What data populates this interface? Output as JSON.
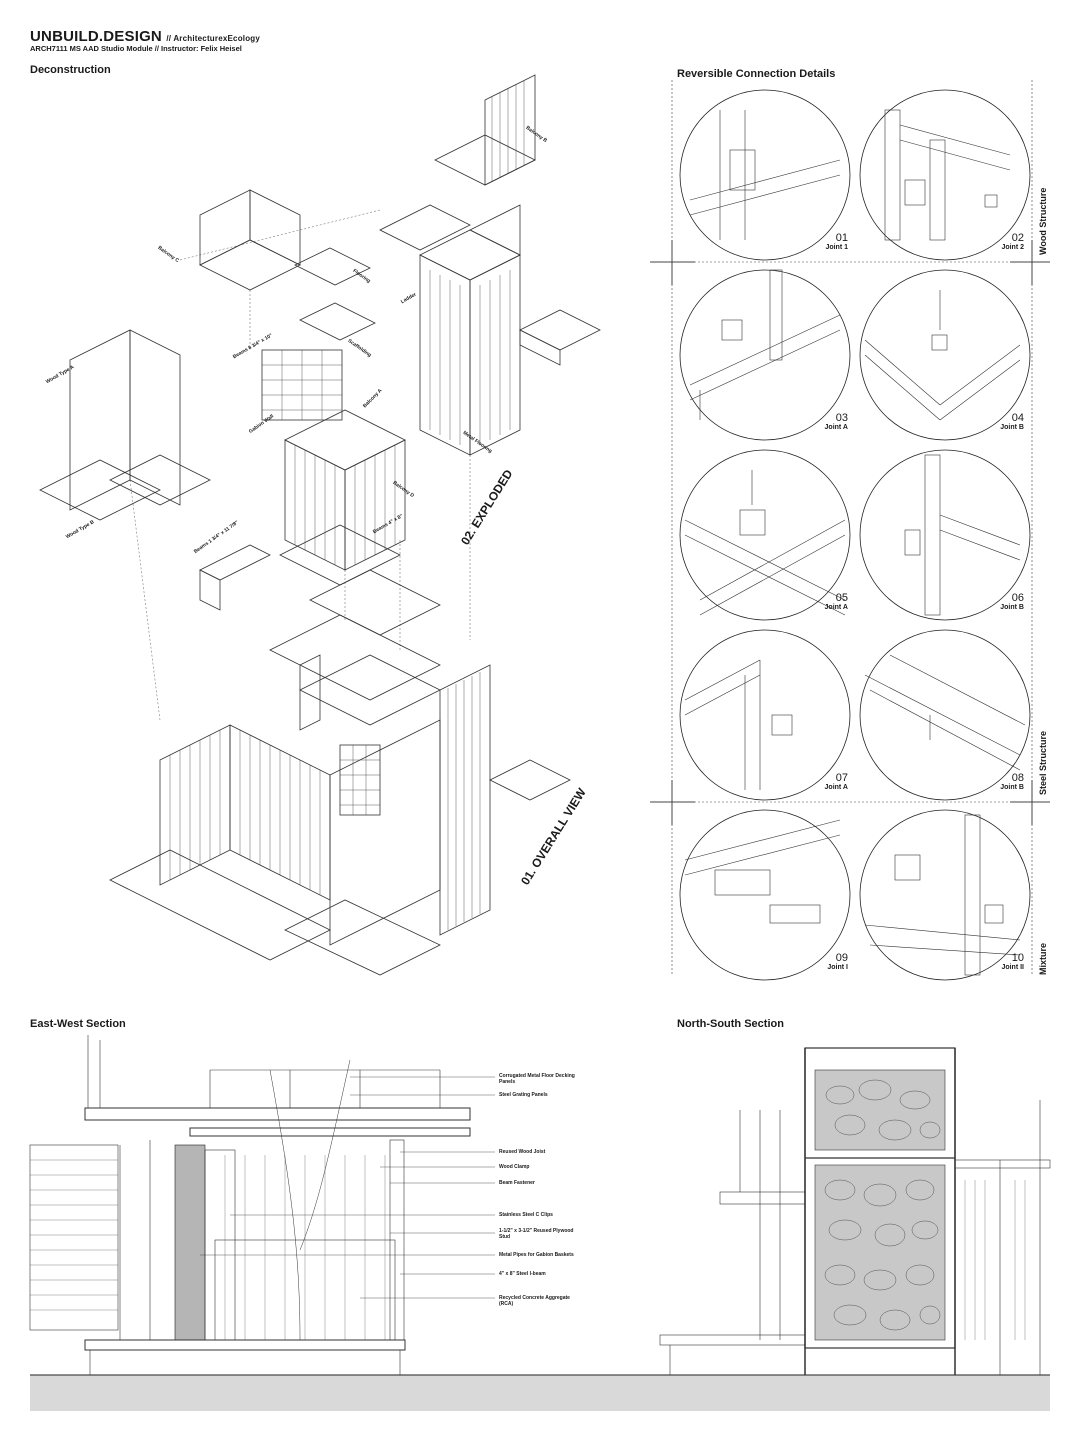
{
  "header": {
    "brand": "UNBUILD.DESIGN",
    "brand_suffix": "// ArchitecturexEcology",
    "subtitle": "ARCH7111 MS AAD Studio Module // Instructor: Felix Heisel"
  },
  "sections": {
    "deconstruction": "Deconstruction",
    "reversible": "Reversible Connection Details",
    "east_west": "East-West Section",
    "north_south": "North-South Section"
  },
  "views": {
    "exploded": "02. EXPLODED",
    "overall": "01. OVERALL VIEW"
  },
  "exploded_labels": [
    "Balcony C",
    "Flooring",
    "Balcony B",
    "Ladder",
    "Wood Type A",
    "Beams 8 3/4\" x 10\"",
    "Gabion Wall",
    "Balcony A",
    "Wood Type B",
    "Balcony D",
    "Beams 1 3/4\" x 11 7/8\"",
    "Metal Flooring",
    "Beams 4\" x 8\"",
    "Scaffolding"
  ],
  "categories": {
    "wood": "Wood Structure",
    "steel": "Steel Structure",
    "mixture": "Mixture"
  },
  "joints": [
    {
      "num": "01",
      "name": "Joint 1"
    },
    {
      "num": "02",
      "name": "Joint 2"
    },
    {
      "num": "03",
      "name": "Joint A"
    },
    {
      "num": "04",
      "name": "Joint B"
    },
    {
      "num": "05",
      "name": "Joint A"
    },
    {
      "num": "06",
      "name": "Joint B"
    },
    {
      "num": "07",
      "name": "Joint A"
    },
    {
      "num": "08",
      "name": "Joint B"
    },
    {
      "num": "09",
      "name": "Joint I"
    },
    {
      "num": "10",
      "name": "Joint II"
    }
  ],
  "section_annotations": [
    "Corrugated Metal Floor Decking Panels",
    "Steel Grating Panels",
    "Reused Wood Joist",
    "Wood Clamp",
    "Beam Fastener",
    "Stainless Steel C Clips",
    "1-1/2\" x 3-1/2\" Reused Plywood Stud",
    "Metal Pipes for Gabion Baskets",
    "4\" x 8\" Steel I-beam",
    "Recycled Concrete Aggregate (RCA)"
  ],
  "colors": {
    "ink": "#1a1a1a",
    "ground": "#d9d9d9",
    "gabion": "#b5b5b5"
  }
}
